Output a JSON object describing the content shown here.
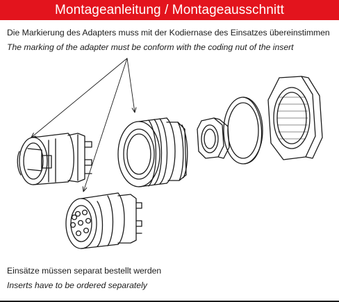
{
  "header": {
    "title": "Montageanleitung / Montageausschnitt"
  },
  "instructions": {
    "de": "Die Markierung des Adapters muss mit der Kodiernase des Einsatzes übereinstimmen",
    "en": "The marking of the adapter must be conform with the coding nut of the insert"
  },
  "note": {
    "de": "Einsätze müssen separat bestellt werden",
    "en": "Inserts have to be ordered separately"
  },
  "colors": {
    "banner": "#e3141d",
    "line_art": "#1a1a1a"
  }
}
